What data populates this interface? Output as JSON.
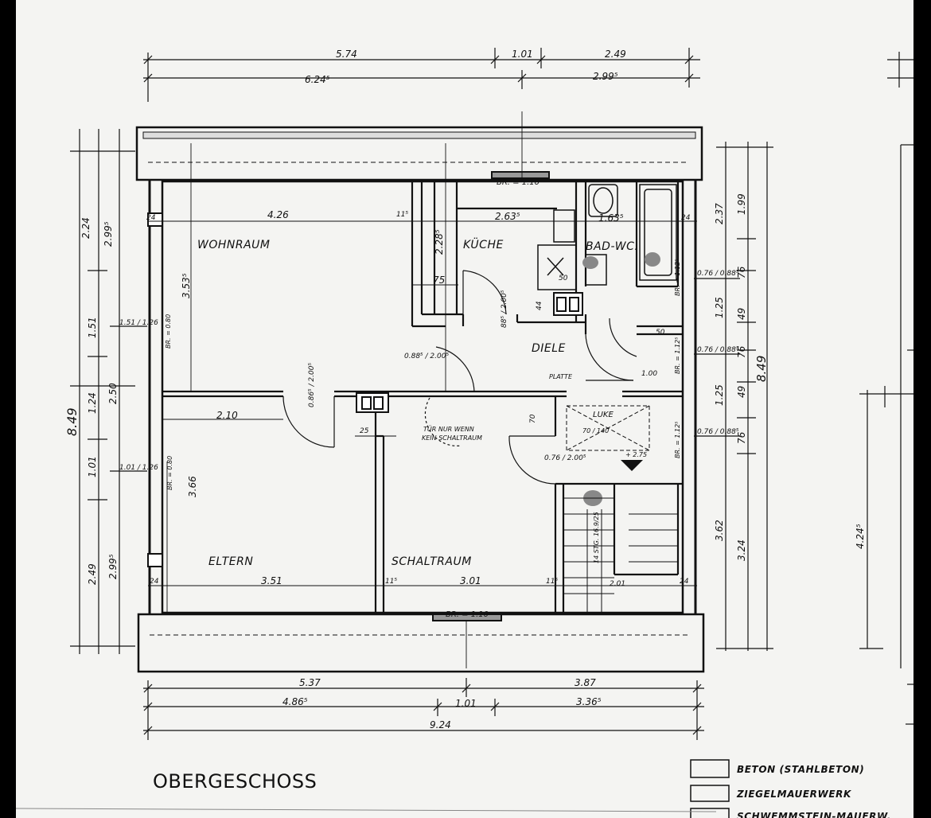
{
  "plan": {
    "title": "OBERGESCHOSS",
    "rooms": {
      "wohnraum": "WOHNRAUM",
      "kueche": "KÜCHE",
      "bad": "BAD-WC.",
      "diele": "DIELE",
      "eltern": "ELTERN",
      "schaltraum": "SCHALTRAUM",
      "luke": "LUKE"
    },
    "notes": {
      "platte": "PLATTE",
      "tuer_line1": "TÜR NUR WENN",
      "tuer_line2": "KEIN SCHALTRAUM",
      "stair": "14 STG. 16.9/25",
      "luke_size": "70 / 140",
      "height": "+ 2.75"
    },
    "windows": {
      "top": "BR. = 1.10",
      "bottom": "BR. = 1.10",
      "left_upper": "BR. = 0.80",
      "left_lower": "BR. = 0.80",
      "right_bad": "BR. = 1.12⁵",
      "right_diele": "BR. = 1.12⁵",
      "right_luke": "BR. = 1.12⁵"
    },
    "dims": {
      "top1_a": "5.74",
      "top1_b": "1.01",
      "top1_c": "2.49",
      "top2_a": "6.24⁵",
      "top2_b": "2.99⁵",
      "bot1_a": "5.37",
      "bot1_b": "3.87",
      "bot2_a": "4.86⁵",
      "bot2_b": "1.01",
      "bot2_c": "3.36⁵",
      "bot3": "9.24",
      "left_total": "8.49",
      "left_a": "2.24",
      "left_b": "2.99⁵",
      "left_c": "1.51",
      "left_d": "1.24",
      "left_e": "2.50",
      "left_f": "1.01",
      "left_g": "2.49",
      "left_h": "2.99⁵",
      "left_w1": "1.51 / 1.26",
      "left_w2": "1.01 / 1.26",
      "right_total": "8.49",
      "right_a": "2.37",
      "right_b": "1.99",
      "right_c": "76",
      "right_d": "49",
      "right_e": "1.25",
      "right_f": "76",
      "right_g": "49",
      "right_h": "1.25",
      "right_i": "76",
      "right_j": "3.62",
      "right_k": "3.24",
      "right_w": "0.76 / 0.88⁵",
      "far_right": "4.24⁵",
      "wohn_w": "4.26",
      "wohn_h": "3.53⁵",
      "kue_w": "2.63⁵",
      "kue_h": "2.28⁵",
      "bad_w": "1.63⁵",
      "eltern_w": "2.10",
      "eltern_h": "3.66",
      "eltern_w2": "3.51",
      "schalt_w": "3.01",
      "stair_w": "2.01",
      "wall_24": "24",
      "wall_115": "11⁵",
      "d75": "75",
      "d50": "50",
      "d44": "44",
      "d25": "25",
      "d70": "70",
      "d100": "1.00",
      "door1": "0.88⁵ / 2.00⁵",
      "door2": "0.86⁵ / 2.00⁵",
      "door3": "0.76 / 2.00⁵",
      "door4": "88⁵ / 2.00⁵"
    }
  },
  "legend": {
    "items": [
      "BETON (STAHLBETON)",
      "ZIEGELMAUERWERK",
      "SCHWEMMSTEIN-MAUERW."
    ]
  }
}
